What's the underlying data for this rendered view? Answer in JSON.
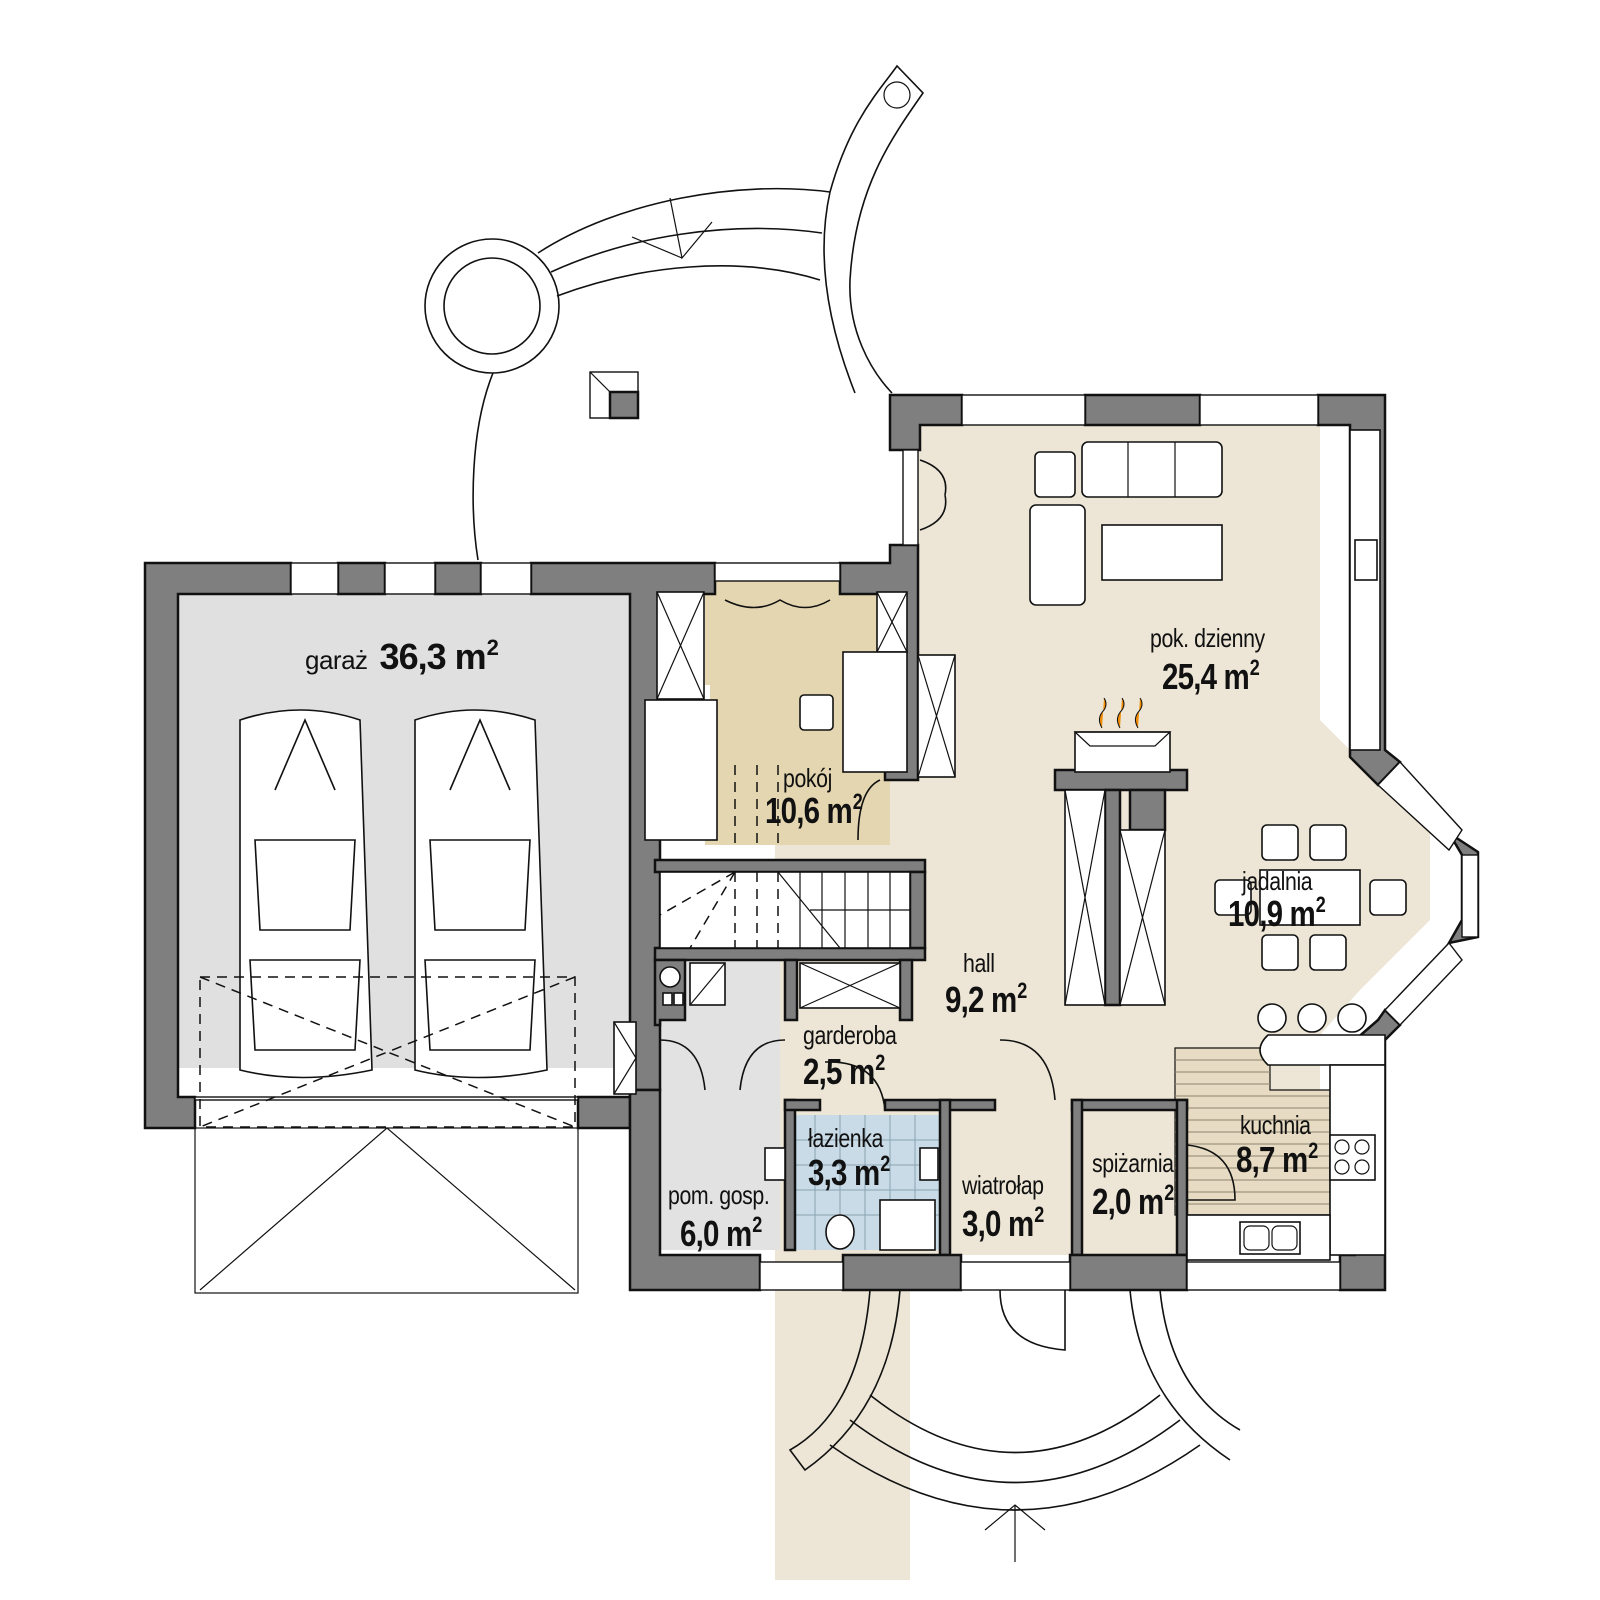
{
  "plan": {
    "colors": {
      "wall": "#7f7f7f",
      "garage_floor": "#e0e0e0",
      "living_floor": "#ede6d6",
      "bedroom_floor": "#e3d6b0",
      "bathroom_tile": "#c9dbe6",
      "utility_floor": "#e2e2e2",
      "fireplace_flame": "#f08c00",
      "line": "#111111"
    },
    "unit": "m²",
    "rooms": [
      {
        "id": "garaz",
        "name": "garaż",
        "area": "36,3 m",
        "sup": "2"
      },
      {
        "id": "pokoj",
        "name": "pokój",
        "area": "10,6 m",
        "sup": "2"
      },
      {
        "id": "pok_dzienny",
        "name": "pok. dzienny",
        "area": "25,4 m",
        "sup": "2"
      },
      {
        "id": "jadalnia",
        "name": "jadalnia",
        "area": "10,9 m",
        "sup": "2"
      },
      {
        "id": "hall",
        "name": "hall",
        "area": "9,2 m",
        "sup": "2"
      },
      {
        "id": "garderoba",
        "name": "garderoba",
        "area": "2,5 m",
        "sup": "2"
      },
      {
        "id": "lazienka",
        "name": "łazienka",
        "area": "3,3 m",
        "sup": "2"
      },
      {
        "id": "pom_gosp",
        "name": "pom. gosp.",
        "area": "6,0 m",
        "sup": "2"
      },
      {
        "id": "wiatrolap",
        "name": "wiatrołap",
        "area": "3,0 m",
        "sup": "2"
      },
      {
        "id": "spizarnia",
        "name": "spiżarnia",
        "area": "2,0 m",
        "sup": "2"
      },
      {
        "id": "kuchnia",
        "name": "kuchnia",
        "area": "8,7 m",
        "sup": "2"
      }
    ],
    "fixtures": [
      "car-icon",
      "car-icon",
      "sofa-icon",
      "armchair-icon",
      "coffee-table-icon",
      "fireplace-icon",
      "dining-table-icon",
      "stove-icon",
      "double-sink-icon",
      "toilet-icon",
      "shower-icon",
      "washbasin-icon",
      "staircase-icon",
      "wardrobe-icon",
      "desk-icon",
      "bed-icon"
    ]
  }
}
